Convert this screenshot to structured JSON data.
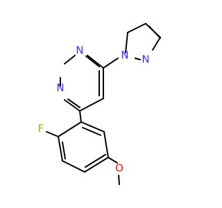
{
  "molecule": {
    "atoms": [
      {
        "id": "N1",
        "label": "N",
        "color": "#3333ff"
      },
      {
        "id": "N2",
        "label": "N",
        "color": "#3333ff"
      },
      {
        "id": "N3",
        "label": "N",
        "color": "#3333ff"
      },
      {
        "id": "N4",
        "label": "N",
        "color": "#3333ff"
      },
      {
        "id": "F1",
        "label": "F",
        "color": "#7fbf00"
      },
      {
        "id": "O1",
        "label": "O",
        "color": "#ff0d0d"
      }
    ]
  }
}
